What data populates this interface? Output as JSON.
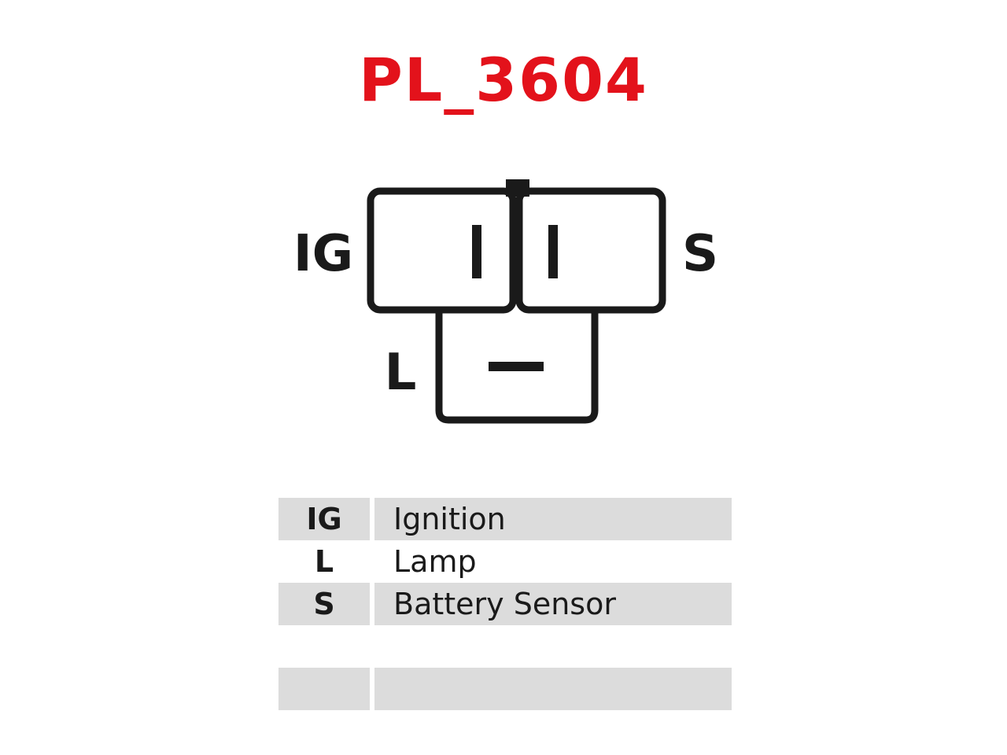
{
  "title": "PL_3604",
  "colors": {
    "title": "#e3121b",
    "line": "#1a1a1a",
    "row_shade": "#dcdcdc"
  },
  "terminals": {
    "ig": "IG",
    "s": "S",
    "l": "L"
  },
  "legend": {
    "rows": [
      {
        "code": "IG",
        "desc": "Ignition",
        "shaded": true
      },
      {
        "code": "L",
        "desc": "Lamp",
        "shaded": false
      },
      {
        "code": "S",
        "desc": "Battery Sensor",
        "shaded": true
      },
      {
        "code": "",
        "desc": "",
        "shaded": true
      }
    ]
  }
}
